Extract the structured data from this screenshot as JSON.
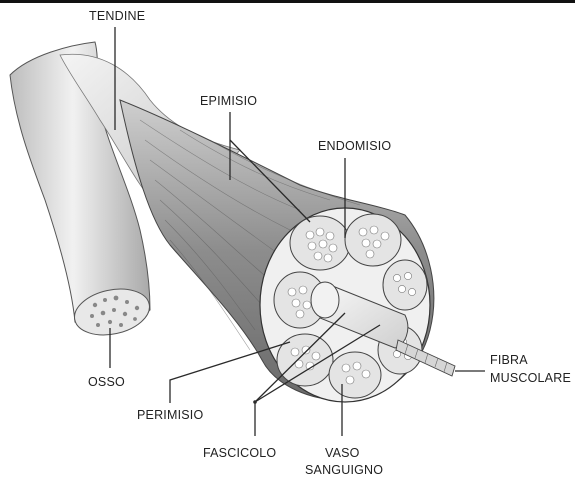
{
  "labels": {
    "tendine": "TENDINE",
    "epimisio": "EPIMISIO",
    "endomisio": "ENDOMISIO",
    "fibra_line1": "FIBRA",
    "fibra_line2": "MUSCOLARE",
    "osso": "OSSO",
    "perimisio": "PERIMISIO",
    "fascicolo": "FASCICOLO",
    "vaso_line1": "VASO",
    "vaso_line2": "SANGUIGNO"
  }
}
